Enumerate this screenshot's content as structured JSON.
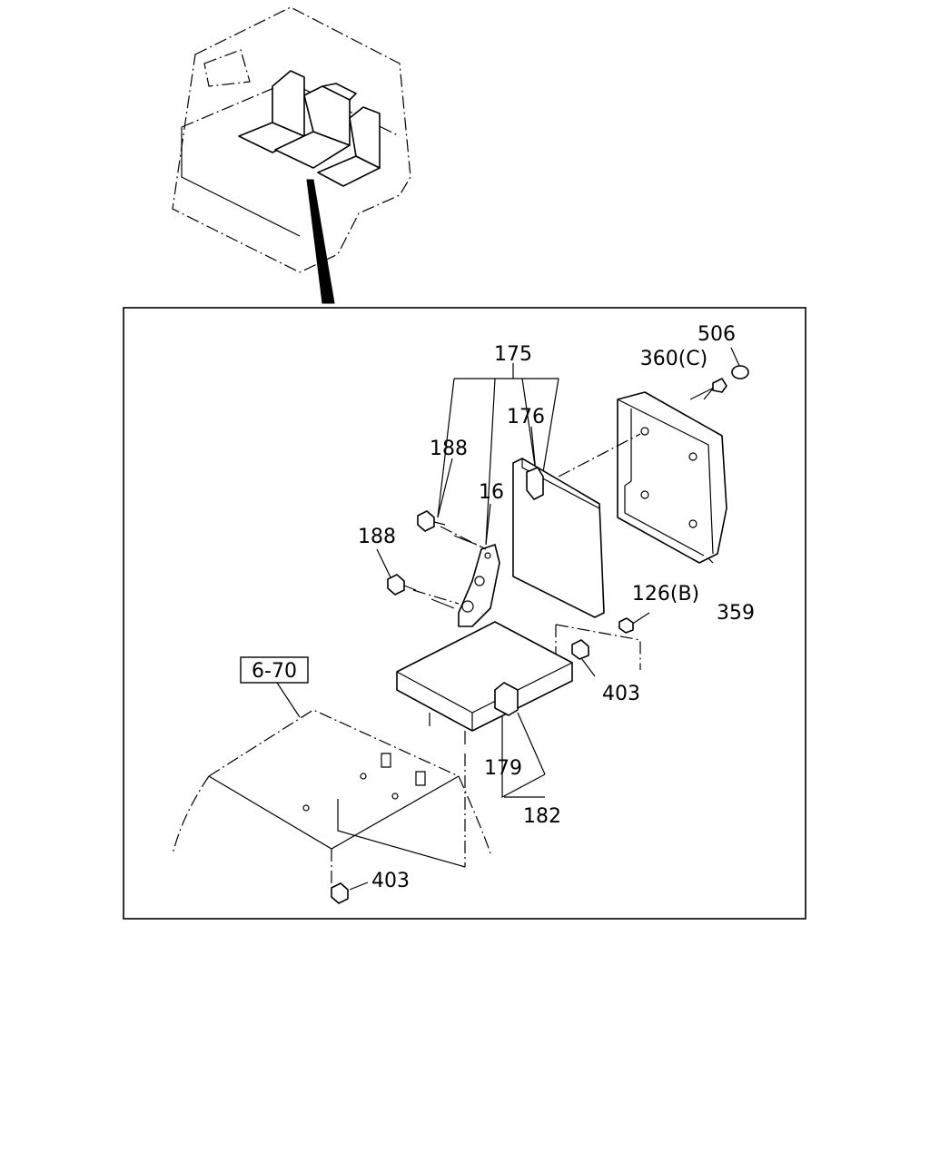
{
  "diagram": {
    "callouts": {
      "c175": "175",
      "c176": "176",
      "c188a": "188",
      "c16": "16",
      "c188b": "188",
      "c506": "506",
      "c360": "360(C)",
      "c359": "359",
      "c126": "126(B)",
      "c403a": "403",
      "c179": "179",
      "c182": "182",
      "c403b": "403"
    },
    "reference_box": "6-70"
  }
}
